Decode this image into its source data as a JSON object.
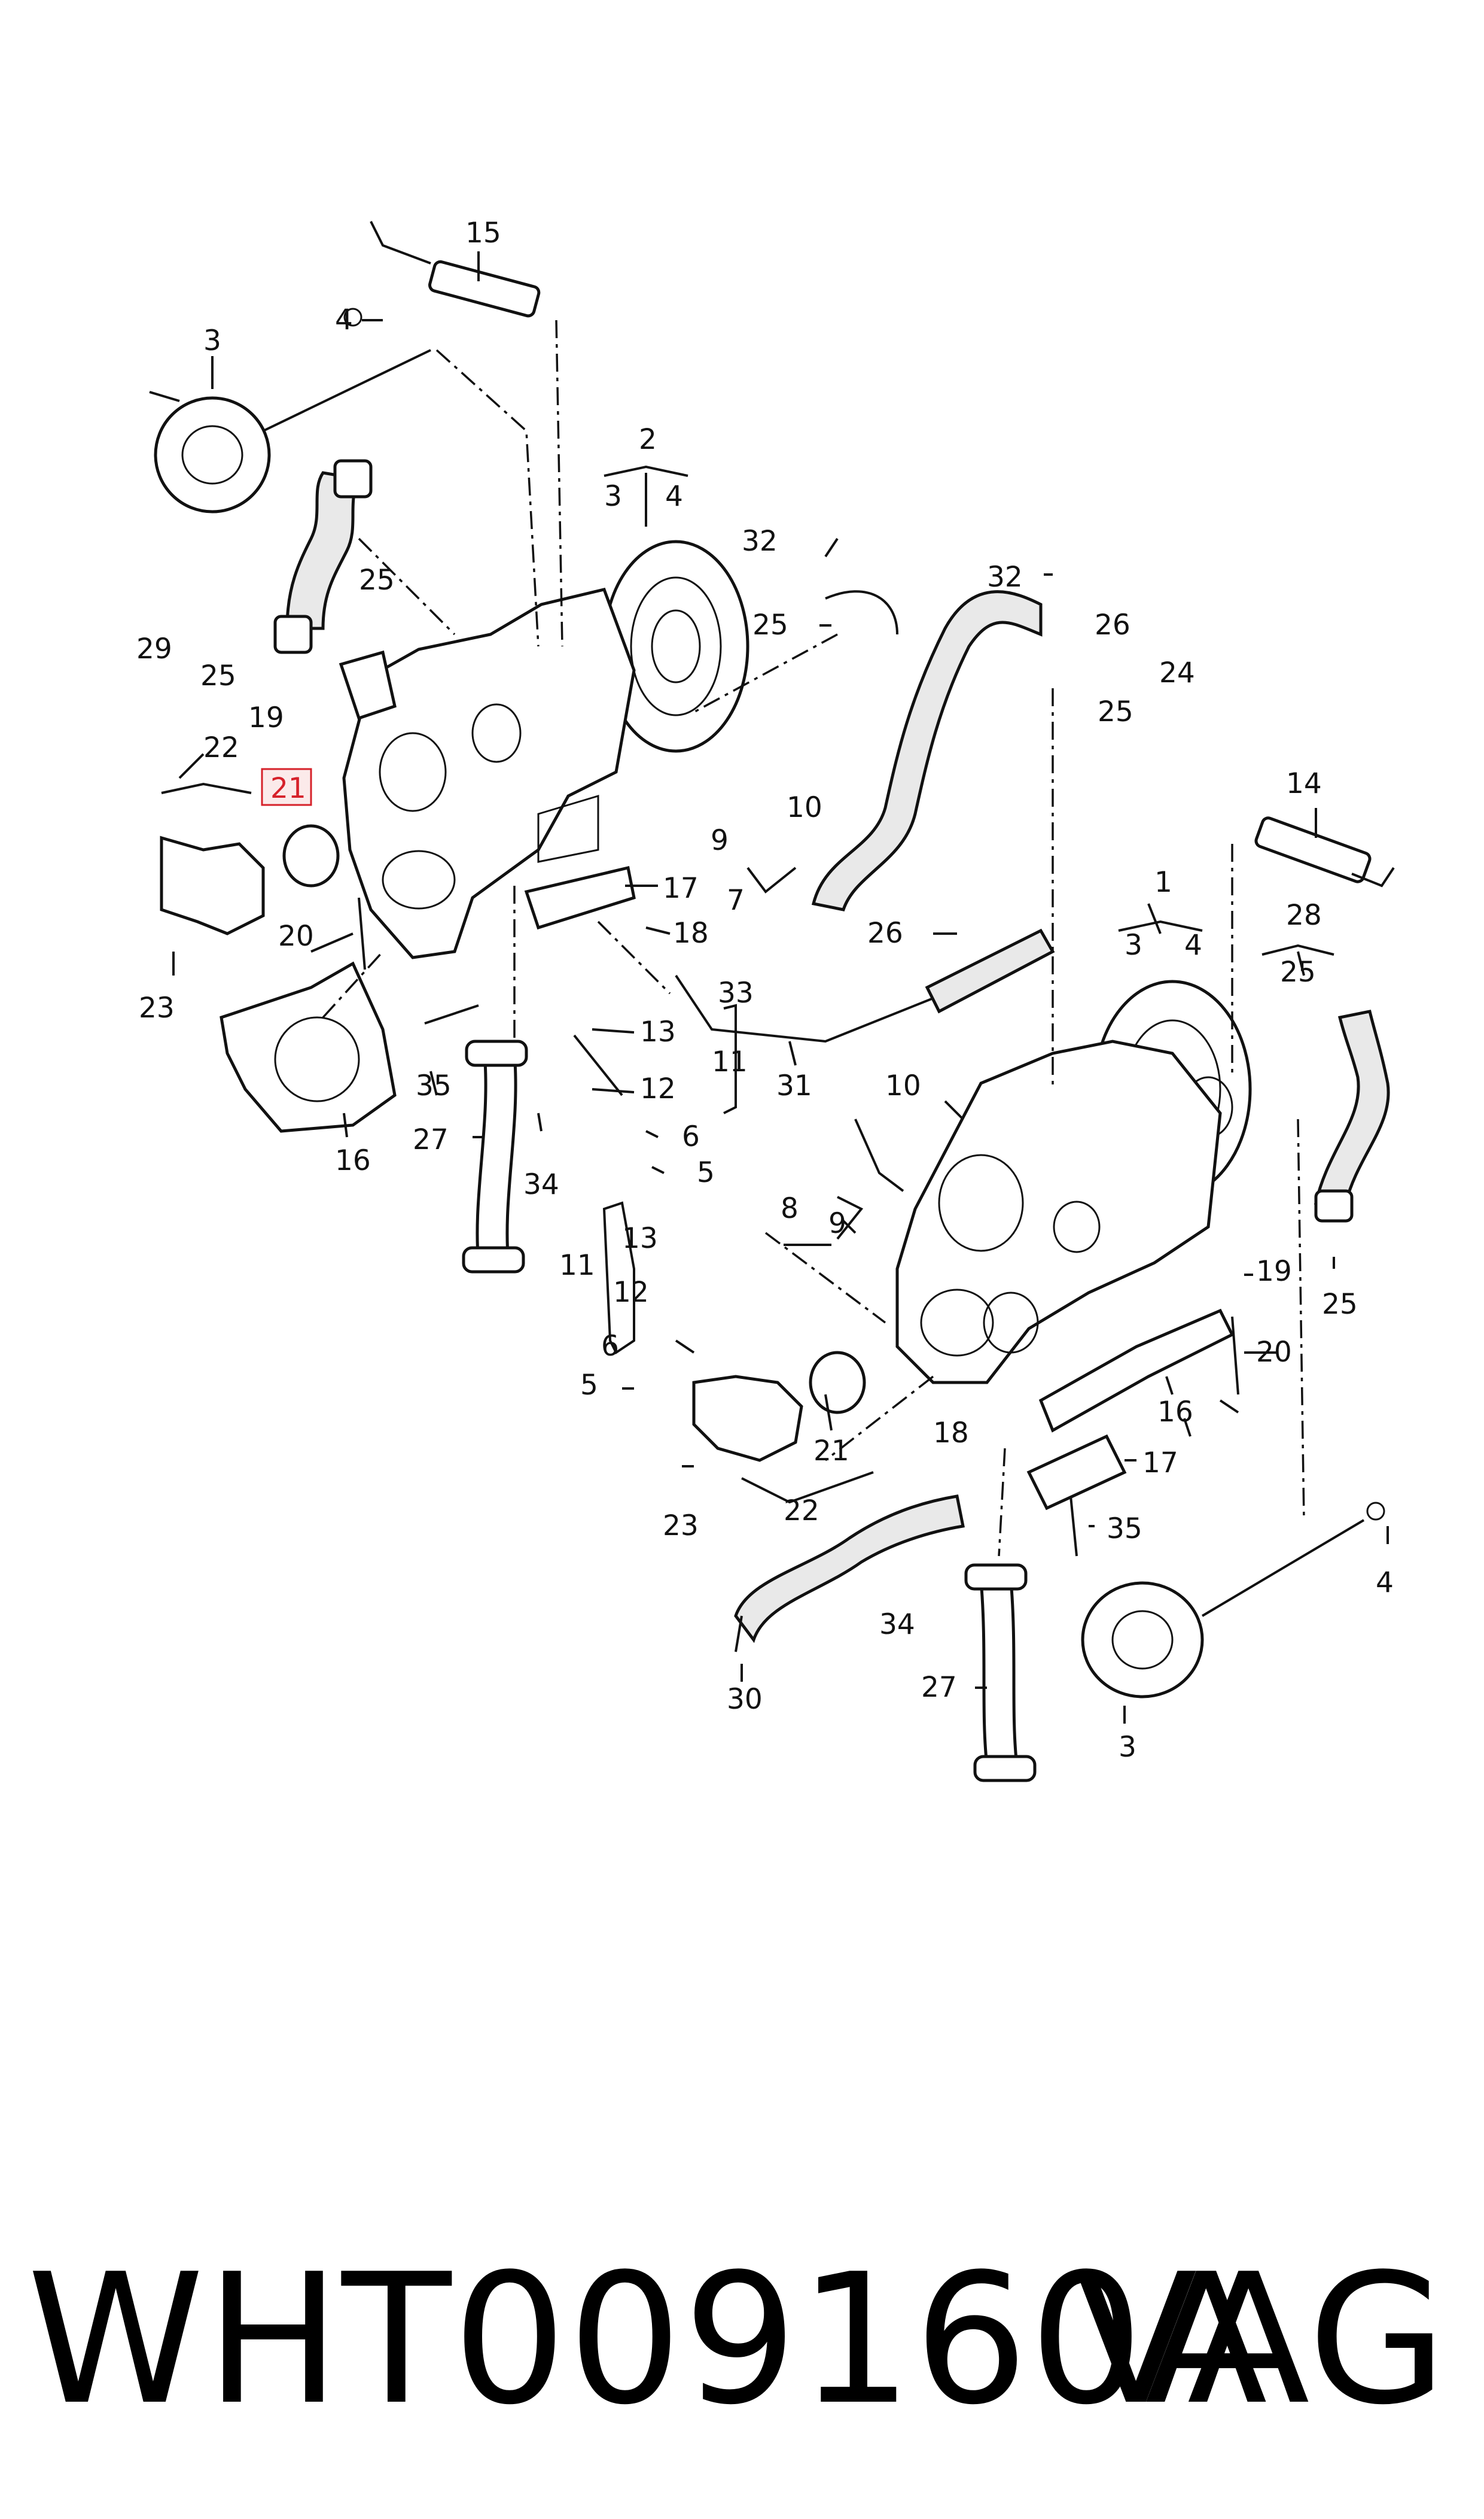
{
  "diagram": {
    "labels": [
      "1",
      "2",
      "3",
      "4",
      "5",
      "6",
      "7",
      "8",
      "9",
      "10",
      "11",
      "12",
      "13",
      "14",
      "15",
      "16",
      "17",
      "18",
      "19",
      "20",
      "21",
      "22",
      "23",
      "24",
      "25",
      "26",
      "27",
      "28",
      "29",
      "30",
      "31",
      "32",
      "33",
      "34",
      "35"
    ],
    "highlighted_label": "21",
    "highlight_color": "#d6212a"
  },
  "footer": {
    "part_number": "WHT009160A",
    "brand": "VAG"
  }
}
